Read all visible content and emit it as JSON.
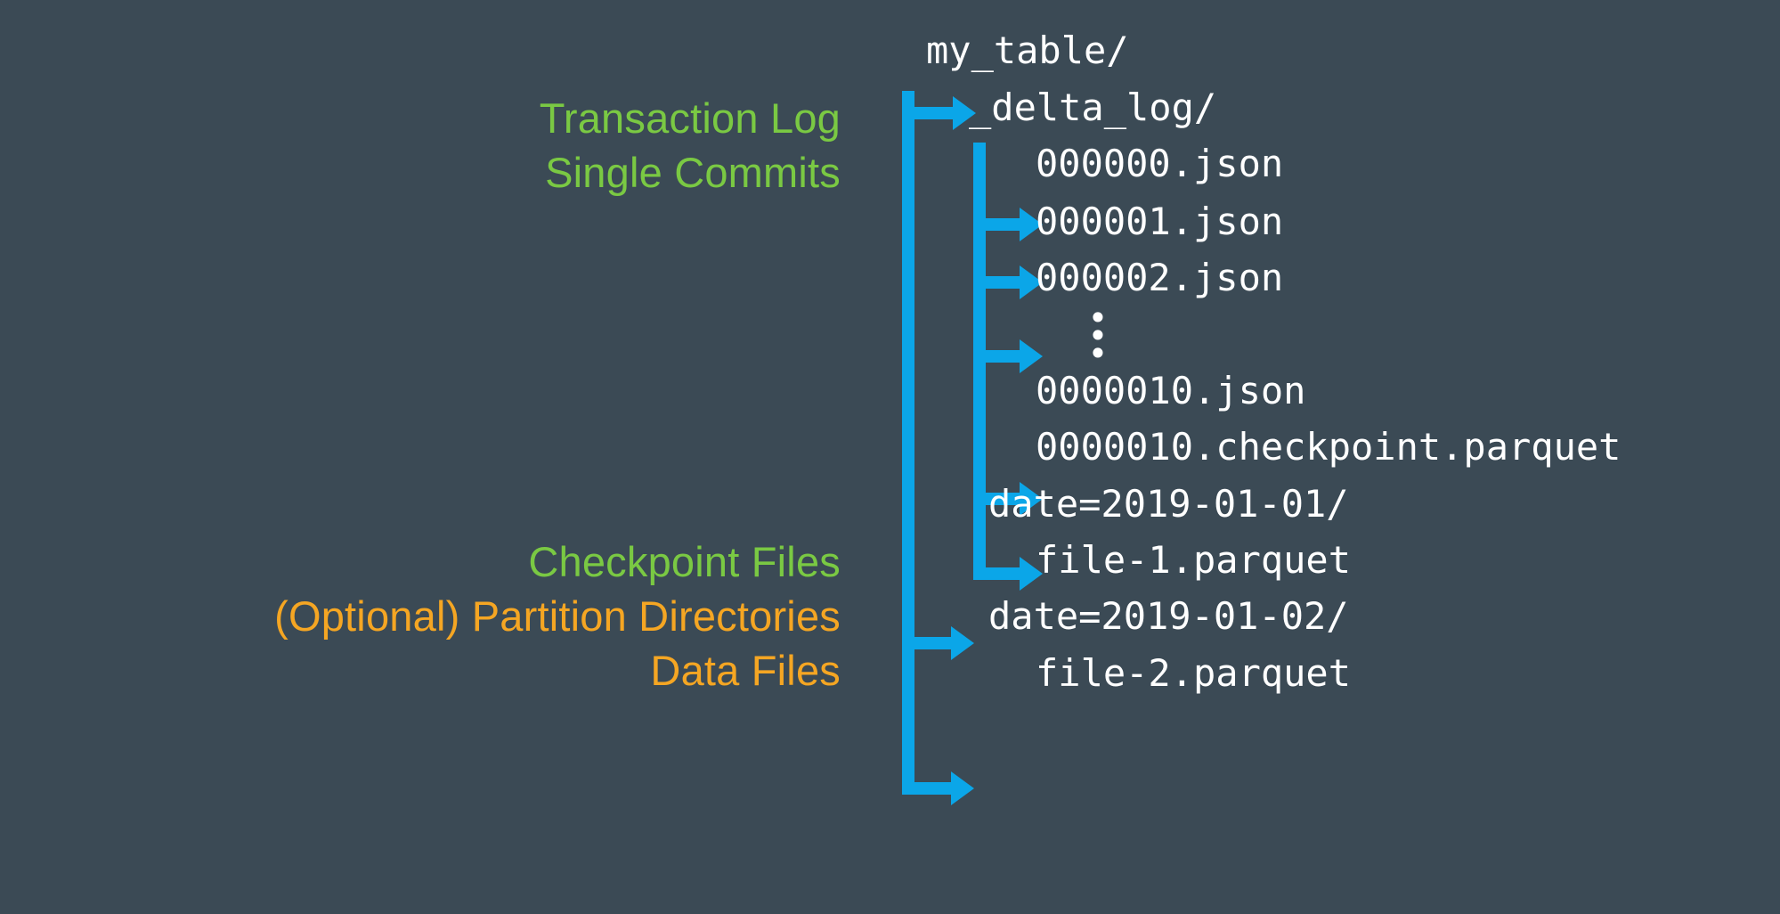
{
  "diagram": {
    "title": "Delta Lake table directory layout",
    "background_color": "#3b4a55",
    "accent_blue": "#0ba6e8",
    "label_green": "#7ac943",
    "label_orange": "#f5a623",
    "text_white": "#ffffff"
  },
  "annotations": {
    "transaction_log": {
      "color": "#7ac943",
      "lines": [
        "Transaction Log",
        "Single Commits"
      ],
      "line_1": "Transaction Log",
      "line_2": "Single Commits"
    },
    "checkpoint_files": {
      "color": "#7ac943",
      "line_1": "Checkpoint Files"
    },
    "partition_directories": {
      "color": "#f5a623",
      "line_1": "(Optional) Partition Directories"
    },
    "data_files": {
      "color": "#f5a623",
      "line_1": "Data Files"
    }
  },
  "tree": {
    "root": "my_table/",
    "delta_log_dir": "_delta_log/",
    "commit_files": [
      "000000.json",
      "000001.json",
      "000002.json"
    ],
    "ellipsis": "⋮",
    "ellipsis_dot": "•",
    "last_commit_file": "0000010.json",
    "checkpoint_file": "0000010.checkpoint.parquet",
    "partitions": [
      {
        "dir": "date=2019-01-01/",
        "data_file": "file-1.parquet"
      },
      {
        "dir": "date=2019-01-02/",
        "data_file": "file-2.parquet"
      }
    ]
  }
}
